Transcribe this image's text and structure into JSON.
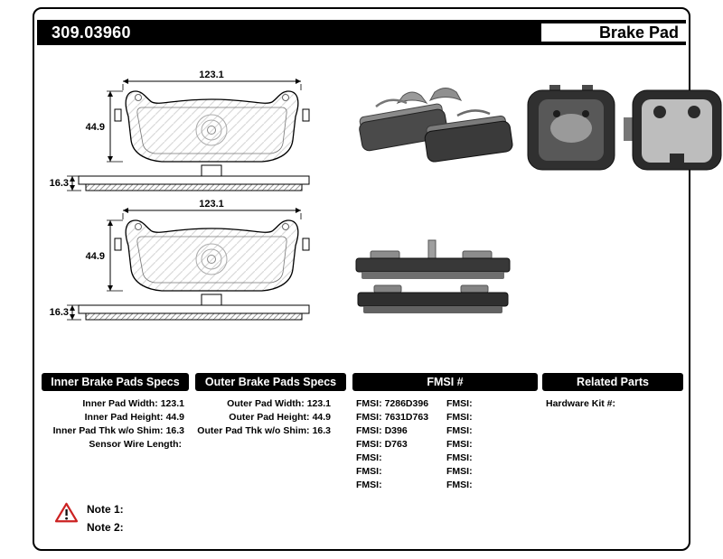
{
  "header": {
    "part_number": "309.03960",
    "product_name": "Brake Pad"
  },
  "drawings": {
    "inner": {
      "width": "123.1",
      "height": "44.9",
      "thickness": "16.3"
    },
    "outer": {
      "width": "123.1",
      "height": "44.9",
      "thickness": "16.3"
    }
  },
  "tables": {
    "inner_specs": {
      "title": "Inner Brake Pads Specs",
      "rows": [
        {
          "label": "Inner Pad Width:",
          "value": "123.1"
        },
        {
          "label": "Inner Pad Height:",
          "value": "44.9"
        },
        {
          "label": "Inner Pad Thk w/o Shim:",
          "value": "16.3"
        },
        {
          "label": "Sensor Wire Length:",
          "value": ""
        }
      ]
    },
    "outer_specs": {
      "title": "Outer Brake Pads Specs",
      "rows": [
        {
          "label": "Outer Pad Width:",
          "value": "123.1"
        },
        {
          "label": "Outer Pad Height:",
          "value": "44.9"
        },
        {
          "label": "Outer Pad Thk w/o Shim:",
          "value": "16.3"
        }
      ]
    },
    "fmsi": {
      "title": "FMSI #",
      "col1": [
        {
          "label": "FMSI:",
          "value": "7286D396"
        },
        {
          "label": "FMSI:",
          "value": "7631D763"
        },
        {
          "label": "FMSI:",
          "value": "D396"
        },
        {
          "label": "FMSI:",
          "value": "D763"
        },
        {
          "label": "FMSI:",
          "value": ""
        },
        {
          "label": "FMSI:",
          "value": ""
        },
        {
          "label": "FMSI:",
          "value": ""
        }
      ],
      "col2": [
        {
          "label": "FMSI:",
          "value": ""
        },
        {
          "label": "FMSI:",
          "value": ""
        },
        {
          "label": "FMSI:",
          "value": ""
        },
        {
          "label": "FMSI:",
          "value": ""
        },
        {
          "label": "FMSI:",
          "value": ""
        },
        {
          "label": "FMSI:",
          "value": ""
        },
        {
          "label": "FMSI:",
          "value": ""
        }
      ]
    },
    "related_parts": {
      "title": "Related Parts",
      "rows": [
        {
          "label": "Hardware Kit #:",
          "value": ""
        }
      ]
    }
  },
  "notes": {
    "note1": "Note 1:",
    "note2": "Note 2:"
  }
}
